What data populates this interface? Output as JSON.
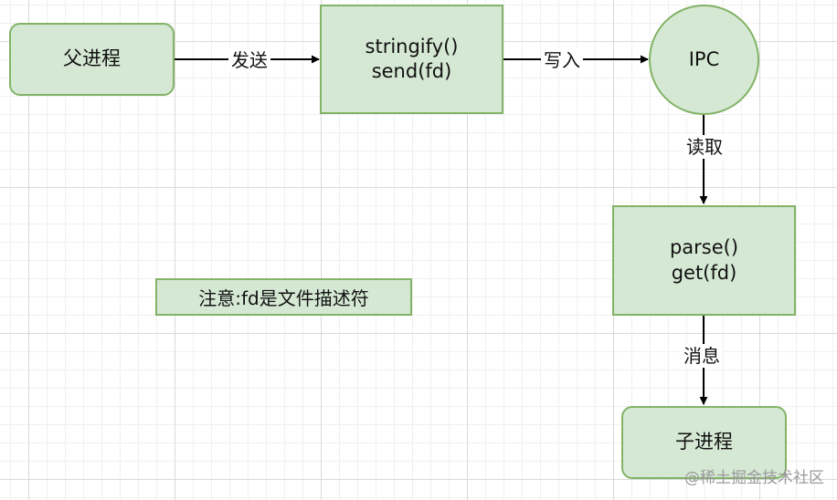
{
  "nodes": {
    "parent": "父进程",
    "stringify": [
      "stringify()",
      "send(fd)"
    ],
    "ipc": "IPC",
    "parse": [
      "parse()",
      "get(fd)"
    ],
    "child": "子进程"
  },
  "edges": {
    "send": "发送",
    "write": "写入",
    "read": "读取",
    "message": "消息"
  },
  "note": "注意:fd是文件描述符",
  "watermark": "@稀土掘金技术社区",
  "colors": {
    "fill": "#d5e8d4",
    "stroke": "#82b366"
  }
}
